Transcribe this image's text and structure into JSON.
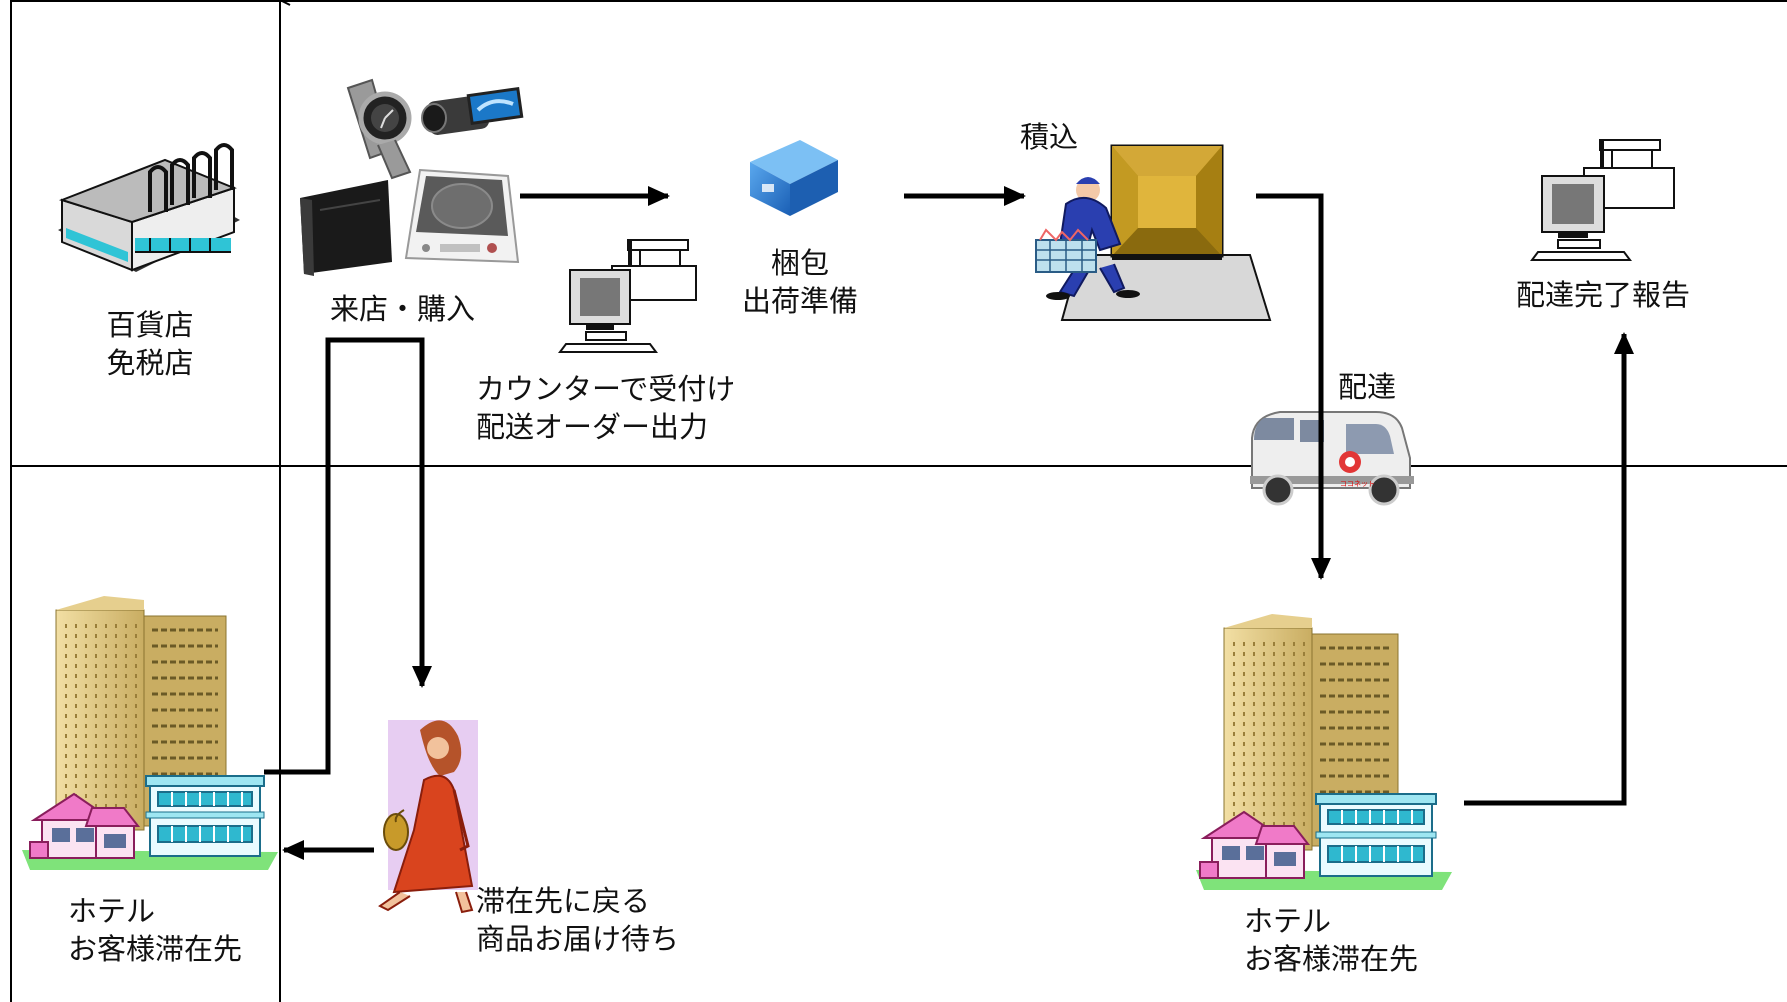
{
  "nodes": {
    "department_store": {
      "line1": "百貨店",
      "line2": "免税店"
    },
    "visit_purchase": {
      "text": "来店・購入"
    },
    "counter": {
      "line1": "カウンターで受付け",
      "line2": "配送オーダー出力"
    },
    "packing": {
      "line1": "梱包",
      "line2": "出荷準備"
    },
    "loading": {
      "text": "積込"
    },
    "delivery": {
      "text": "配達"
    },
    "report": {
      "text": "配達完了報告"
    },
    "return_to_stay": {
      "line1": "滞在先に戻る",
      "line2": "商品お届け待ち"
    },
    "hotel_left": {
      "line1": "ホテル",
      "line2": "お客様滞在先"
    },
    "hotel_right": {
      "line1": "ホテル",
      "line2": "お客様滞在先"
    }
  },
  "van": {
    "logo_text": "ココネット"
  },
  "colors": {
    "line": "#000000",
    "box_blue": "#2a7fd4",
    "truck_gold": "#c99a1c",
    "worker_blue": "#2a3fb0",
    "woman_dress": "#d9441e",
    "woman_bg": "#e7cdf2",
    "tower": "#e6cf8e",
    "house_pink": "#f07ac8",
    "house_teal": "#4fc2d6",
    "grass": "#8ee07a"
  }
}
